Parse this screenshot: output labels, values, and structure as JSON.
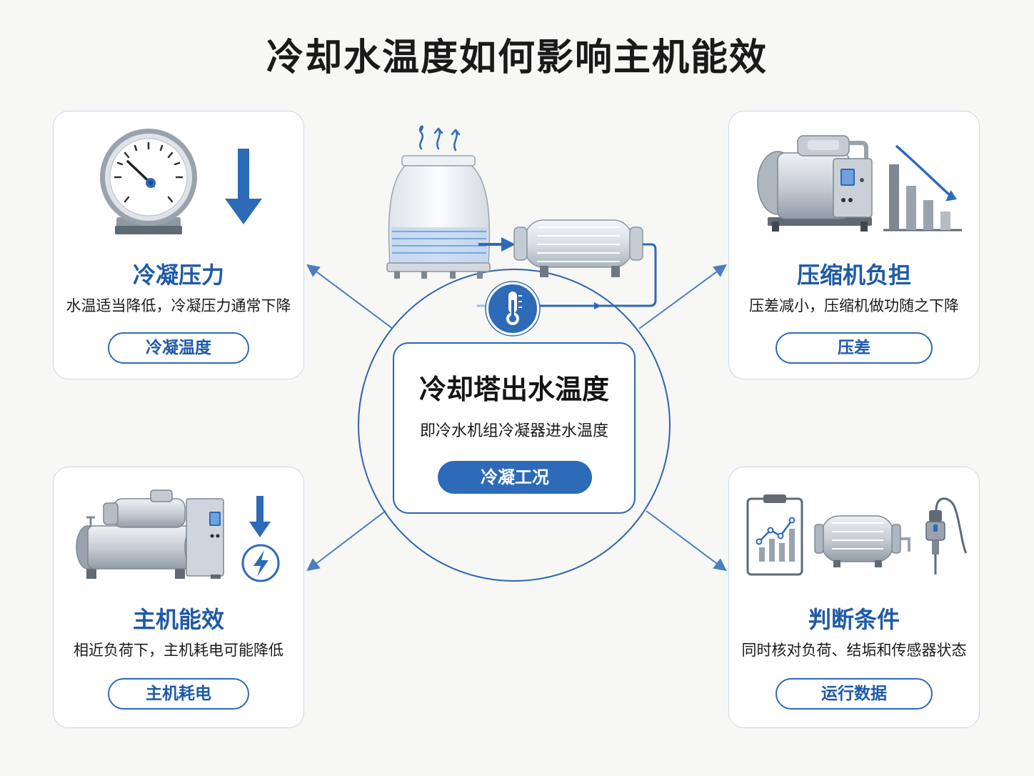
{
  "title": "冷却水温度如何影响主机能效",
  "center": {
    "title": "冷却塔出水温度",
    "description": "即冷水机组冷凝器进水温度",
    "tag": "冷凝工况"
  },
  "cards": {
    "top_left": {
      "title": "冷凝压力",
      "description": "水温适当降低，冷凝压力通常下降",
      "tag": "冷凝温度"
    },
    "top_right": {
      "title": "压缩机负担",
      "description": "压差减小，压缩机做功随之下降",
      "tag": "压差"
    },
    "bottom_left": {
      "title": "主机能效",
      "description": "相近负荷下，主机耗电可能降低",
      "tag": "主机耗电"
    },
    "bottom_right": {
      "title": "判断条件",
      "description": "同时核对负荷、结垢和传感器状态",
      "tag": "运行数据"
    }
  },
  "colors": {
    "accent": "#2d6ab7",
    "title_blue": "#1f5aa6",
    "card_border": "#c9d6e6",
    "background": "#f7f7f6"
  },
  "icons": {
    "top_left": [
      "pressure-gauge-icon",
      "down-arrow-icon"
    ],
    "top_right": [
      "compressor-icon",
      "declining-bar-chart-icon"
    ],
    "bottom_left": [
      "chiller-icon",
      "down-arrow-icon",
      "lightning-icon"
    ],
    "bottom_right": [
      "clipboard-chart-icon",
      "heat-exchanger-icon",
      "temperature-sensor-icon"
    ],
    "center": [
      "cooling-tower-icon",
      "condenser-icon",
      "thermometer-icon"
    ]
  }
}
